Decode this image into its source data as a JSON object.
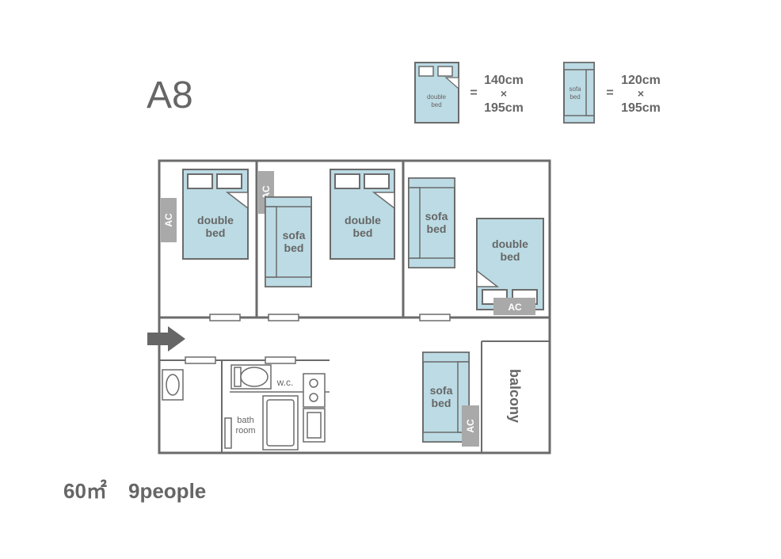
{
  "unit_name": "A8",
  "legend": {
    "double_bed": {
      "label_line1": "double",
      "label_line2": "bed",
      "width": "140cm",
      "times": "×",
      "length": "195cm",
      "equals": "="
    },
    "sofa_bed": {
      "label_line1": "sofa",
      "label_line2": "bed",
      "width": "120cm",
      "times": "×",
      "length": "195cm",
      "equals": "="
    }
  },
  "rooms": {
    "room1": {
      "bed": {
        "line1": "double",
        "line2": "bed"
      },
      "ac": "AC"
    },
    "room2": {
      "sofa": {
        "line1": "sofa",
        "line2": "bed"
      },
      "ac": "AC",
      "bed": {
        "line1": "double",
        "line2": "bed"
      }
    },
    "room3": {
      "sofa": {
        "line1": "sofa",
        "line2": "bed"
      },
      "bed": {
        "line1": "double",
        "line2": "bed"
      },
      "ac": "AC"
    },
    "room4": {
      "sofa": {
        "line1": "sofa",
        "line2": "bed"
      },
      "ac": "AC"
    }
  },
  "facilities": {
    "wc": "w.c.",
    "bathroom_line1": "bath",
    "bathroom_line2": "room",
    "balcony": "balcony"
  },
  "footer": {
    "area": "60㎡",
    "capacity": "9people"
  },
  "colors": {
    "bed_fill": "#bcdbe4",
    "outline": "#6b6b6b",
    "ac_fill": "#a9a9a9",
    "text": "#666666"
  }
}
